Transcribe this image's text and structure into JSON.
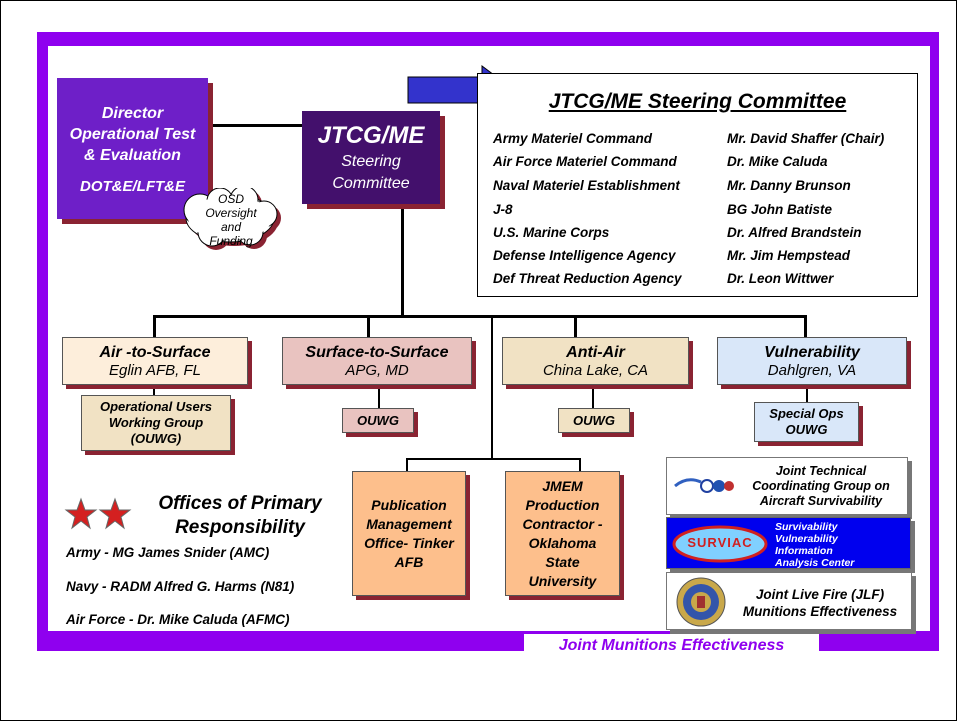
{
  "director": {
    "line1": "Director",
    "line2": "Operational Test",
    "line3": "& Evaluation",
    "code": "DOT&E/LFT&E"
  },
  "osd": {
    "line1": "OSD",
    "line2": "Oversight",
    "line3": "and",
    "line4": "Funding"
  },
  "jtcg": {
    "title": "JTCG/ME",
    "line1": "Steering",
    "line2": "Committee"
  },
  "steering": {
    "title": "JTCG/ME Steering Committee",
    "members": [
      {
        "org": "Army Materiel Command",
        "person": "Mr. David Shaffer (Chair)"
      },
      {
        "org": "Air Force Materiel Command",
        "person": "Dr. Mike Caluda"
      },
      {
        "org": "Naval Materiel Establishment",
        "person": "Mr. Danny Brunson"
      },
      {
        "org": "J-8",
        "person": "BG John Batiste"
      },
      {
        "org": "U.S. Marine Corps",
        "person": "Dr. Alfred Brandstein"
      },
      {
        "org": "Defense Intelligence Agency",
        "person": "Mr. Jim Hempstead"
      },
      {
        "org": "Def Threat Reduction Agency",
        "person": "Dr. Leon Wittwer"
      }
    ]
  },
  "groups": [
    {
      "name": "Air -to-Surface",
      "location": "Eglin AFB, FL",
      "fill": "#fdeedb"
    },
    {
      "name": "Surface-to-Surface",
      "location": "APG, MD",
      "fill": "#e9c3c0"
    },
    {
      "name": "Anti-Air",
      "location": "China Lake, CA",
      "fill": "#f1e2c4"
    },
    {
      "name": "Vulnerability",
      "location": "Dahlgren, VA",
      "fill": "#d9e7f9"
    }
  ],
  "subgroups": [
    {
      "line1": "Operational Users",
      "line2": "Working Group",
      "line3": "(OUWG)",
      "fill": "#f1e2c4"
    },
    {
      "line1": "OUWG",
      "fill": "#e9c3c0"
    },
    {
      "line1": "OUWG",
      "fill": "#f1e2c4"
    },
    {
      "line1": "Special Ops",
      "line2": "OUWG",
      "fill": "#d9e7f9"
    }
  ],
  "publication": {
    "line1": "Publication",
    "line2": "Management",
    "line3": "Office- Tinker",
    "line4": "AFB"
  },
  "jmem": {
    "line1": "JMEM",
    "line2": "Production",
    "line3": "Contractor -",
    "line4": "Oklahoma",
    "line5": "State",
    "line6": "University"
  },
  "opr": {
    "line1": "Offices of Primary",
    "line2": "Responsibility",
    "entries": [
      "Army  - MG James Snider (AMC)",
      "Navy - RADM Alfred G. Harms (N81)",
      "Air Force - Dr. Mike Caluda (AFMC)"
    ]
  },
  "logos": [
    {
      "line1": "Joint Technical",
      "line2": "Coordinating Group on",
      "line3": "Aircraft Survivability"
    },
    {
      "badge": "SURVIAC",
      "line1": "Survivability",
      "line2": "Vulnerability",
      "line3": "Information",
      "line4": "Analysis Center"
    },
    {
      "line1": "Joint Live Fire (JLF)",
      "line2": "Munitions Effectiveness"
    }
  ],
  "footer": "Joint Munitions Effectiveness",
  "colors": {
    "border": "#8f00ef",
    "director": "#6e1fc8",
    "jtcg": "#43106c",
    "arrow": "#3333cc",
    "star": "#d42020",
    "shadow": "#8a2332"
  }
}
